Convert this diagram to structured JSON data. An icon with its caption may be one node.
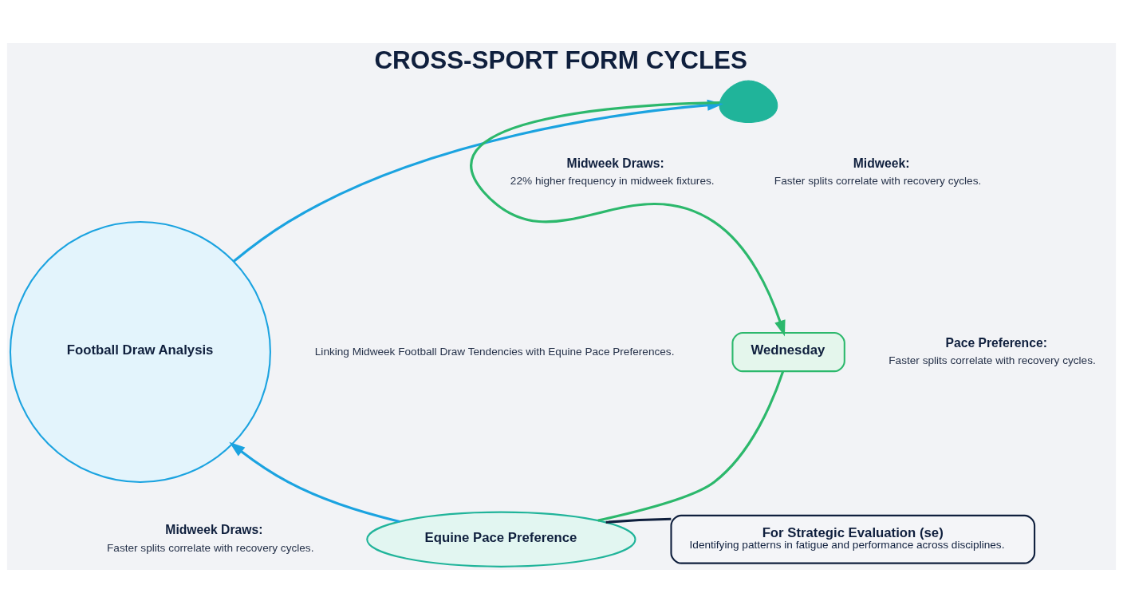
{
  "diagram": {
    "title": "CROSS-SPORT FORM CYCLES",
    "nodes": [
      {
        "text": [
          "Football Draw Analysis"
        ]
      },
      {
        "text": [],
        "shape": "horse"
      },
      {
        "text": [
          "Wednesday"
        ]
      },
      {
        "text": [
          "Equine Pace Preference"
        ]
      },
      {
        "text": [
          "For Strategic Evaluation (se)",
          "Identifying patterns in fatigue and performance across disciplines."
        ]
      }
    ],
    "edges": [
      {
        "from": 0,
        "to": 1,
        "arrow": "to",
        "color": "#1ba3e0"
      },
      {
        "from": 1,
        "to": 2,
        "arrow": "to",
        "color": "#2cb86c"
      },
      {
        "from": 2,
        "to": 3,
        "arrow": "none",
        "color": "#2cb86c"
      },
      {
        "from": 3,
        "to": 0,
        "arrow": "to",
        "color": "#1ba3e0"
      },
      {
        "from": 3,
        "to": 4,
        "arrow": "none",
        "color": "#0f1f3d"
      }
    ],
    "labels": [
      "Midweek Draws:",
      "22% higher frequency in midweek fixtures.",
      "Midweek:",
      "Faster splits correlate with recovery cycles.",
      "Pace Preference:",
      "Faster splits correlate with recovery cycles.",
      "Linking Midweek Football Draw Tendencies with Equine Pace Preferences.",
      "Midweek Draws:",
      "Faster splits correlate with recovery cycles."
    ]
  }
}
